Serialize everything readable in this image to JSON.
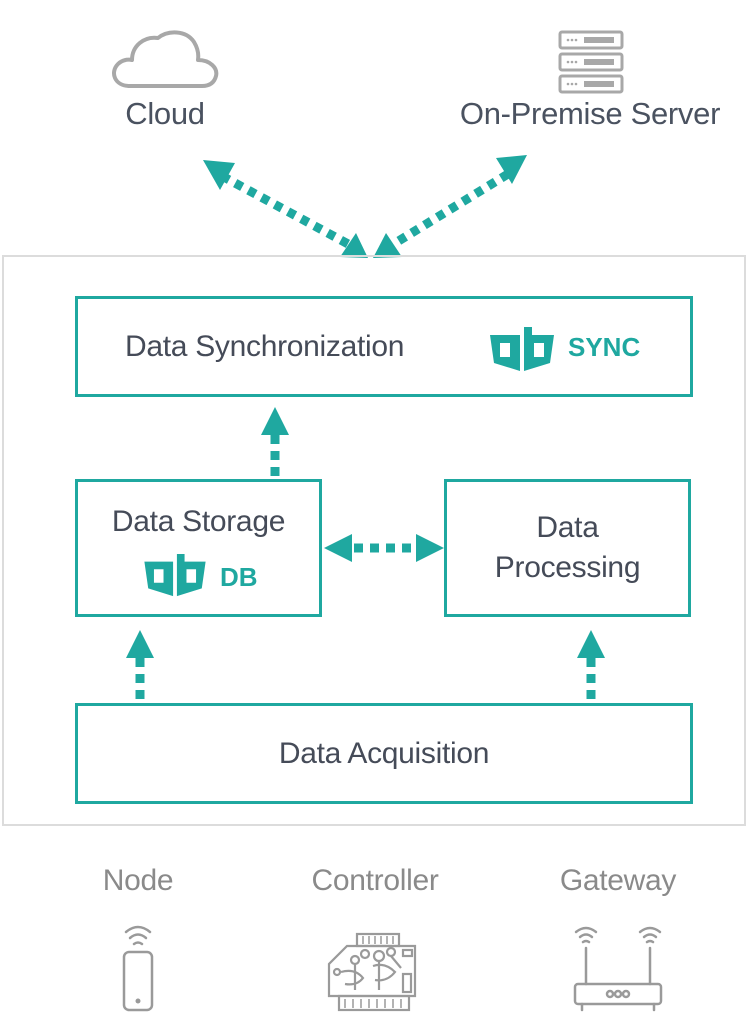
{
  "colors": {
    "accent": "#1fa8a0",
    "text_dark": "#454b58",
    "text_gray": "#8a8a8a",
    "container_border": "#dcdcdc"
  },
  "top": {
    "cloud": {
      "label": "Cloud",
      "icon": "cloud-icon"
    },
    "server": {
      "label": "On-Premise Server",
      "icon": "server-rack-icon"
    }
  },
  "blocks": {
    "sync": {
      "label": "Data Synchronization",
      "brand": "SYNC",
      "logo": "ob-logo-icon"
    },
    "storage": {
      "label": "Data Storage",
      "brand": "DB",
      "logo": "ob-logo-icon"
    },
    "processing": {
      "line1": "Data",
      "line2": "Processing"
    },
    "acquisition": {
      "label": "Data Acquisition"
    }
  },
  "devices": [
    {
      "label": "Node",
      "icon": "wireless-node-icon"
    },
    {
      "label": "Controller",
      "icon": "circuit-board-icon"
    },
    {
      "label": "Gateway",
      "icon": "router-icon"
    }
  ]
}
